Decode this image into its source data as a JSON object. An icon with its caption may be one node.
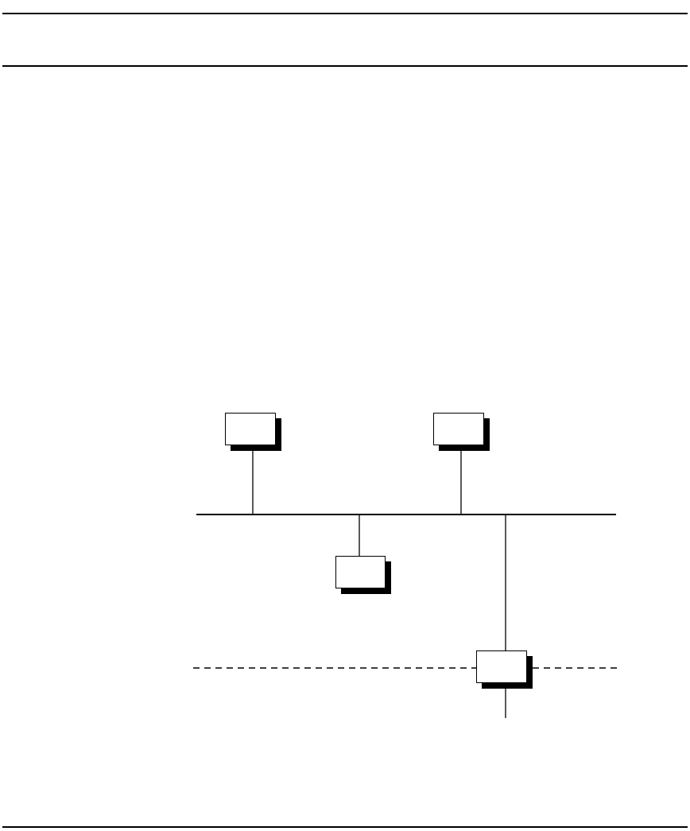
{
  "diagram": {
    "nodes": [
      {
        "text": [],
        "shape": "box"
      },
      {
        "text": [],
        "shape": "box"
      },
      {
        "text": [],
        "shape": "line"
      },
      {
        "text": [],
        "shape": "box"
      },
      {
        "text": [],
        "shape": "box"
      }
    ],
    "edges": [
      {
        "from": 0,
        "to": 2,
        "arrow": "none"
      },
      {
        "from": 1,
        "to": 2,
        "arrow": "none"
      },
      {
        "from": 2,
        "to": 3,
        "arrow": "none"
      },
      {
        "from": 2,
        "to": 4,
        "arrow": "none"
      },
      {
        "from": 4,
        "to": null,
        "arrow": "none"
      },
      {
        "from": null,
        "to": 4,
        "arrow": "none",
        "style": "dashed"
      },
      {
        "from": 4,
        "to": null,
        "arrow": "none",
        "style": "dashed"
      }
    ]
  }
}
